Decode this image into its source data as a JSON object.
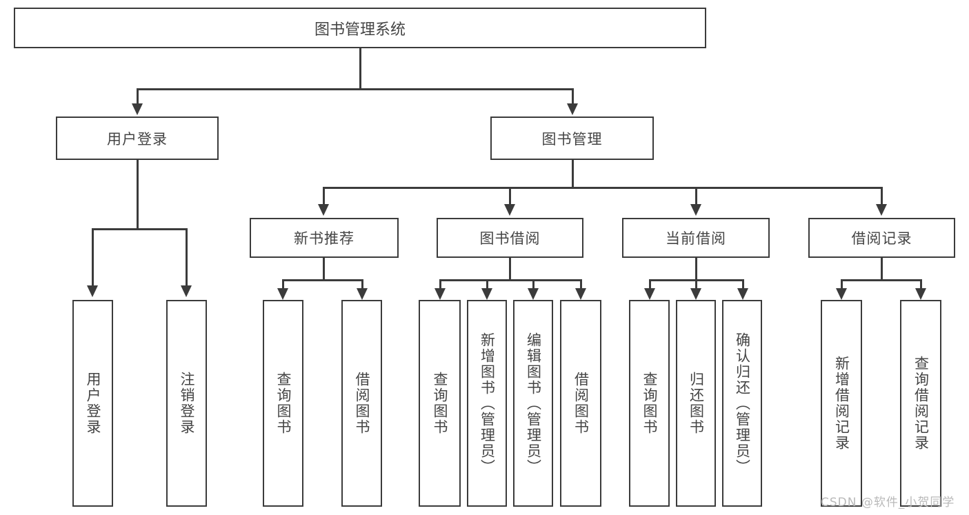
{
  "diagram": {
    "type": "tree-hierarchy",
    "title": "图书管理系统",
    "root": {
      "label": "图书管理系统"
    },
    "level2": [
      {
        "id": "user-login",
        "label": "用户登录"
      },
      {
        "id": "book-management",
        "label": "图书管理"
      }
    ],
    "level3": [
      {
        "id": "new-book-recommend",
        "label": "新书推荐"
      },
      {
        "id": "book-borrow",
        "label": "图书借阅"
      },
      {
        "id": "current-borrow",
        "label": "当前借阅"
      },
      {
        "id": "borrow-record",
        "label": "借阅记录"
      }
    ],
    "leaves": [
      {
        "id": "leaf-user-login",
        "label": "用户登录",
        "parent": "user-login"
      },
      {
        "id": "leaf-user-logout",
        "label": "注销登录",
        "parent": "user-login"
      },
      {
        "id": "leaf-query-book-1",
        "label": "查询图书",
        "parent": "new-book-recommend"
      },
      {
        "id": "leaf-borrow-book-1",
        "label": "借阅图书",
        "parent": "new-book-recommend"
      },
      {
        "id": "leaf-query-book-2",
        "label": "查询图书",
        "parent": "book-borrow"
      },
      {
        "id": "leaf-add-book",
        "label": "新增图书（管理员）",
        "parent": "book-borrow"
      },
      {
        "id": "leaf-edit-book",
        "label": "编辑图书（管理员）",
        "parent": "book-borrow"
      },
      {
        "id": "leaf-borrow-book-2",
        "label": "借阅图书",
        "parent": "book-borrow"
      },
      {
        "id": "leaf-query-book-3",
        "label": "查询图书",
        "parent": "current-borrow"
      },
      {
        "id": "leaf-return-book",
        "label": "归还图书",
        "parent": "current-borrow"
      },
      {
        "id": "leaf-confirm-return",
        "label": "确认归还（管理员）",
        "parent": "current-borrow"
      },
      {
        "id": "leaf-add-borrow-record",
        "label": "新增借阅记录",
        "parent": "borrow-record"
      },
      {
        "id": "leaf-query-borrow-record",
        "label": "查询借阅记录",
        "parent": "borrow-record"
      }
    ],
    "watermark": "CSDN @软件_小贺同学",
    "colors": {
      "stroke": "#3b3b3b",
      "fill": "#ffffff",
      "text": "#444444",
      "watermark": "#b9b9b9"
    }
  }
}
